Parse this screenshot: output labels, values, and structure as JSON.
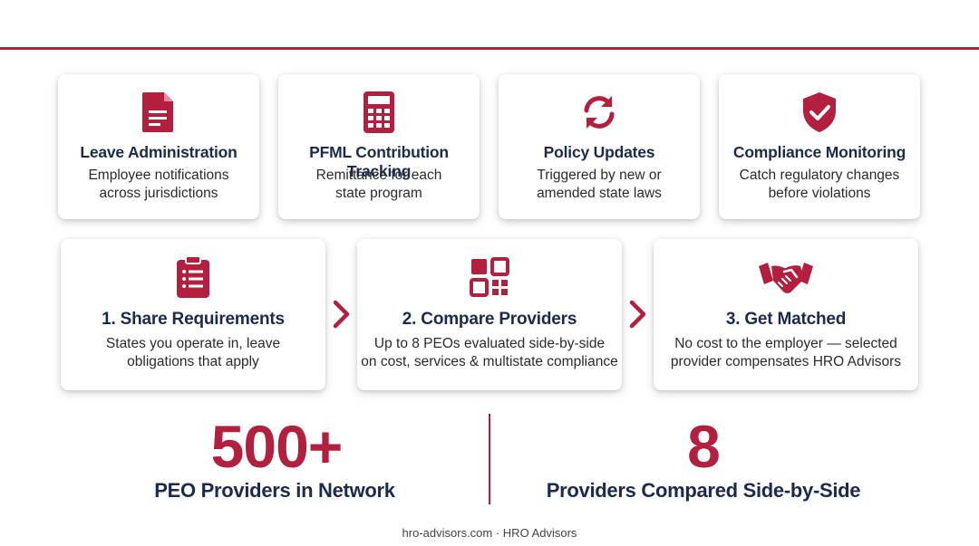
{
  "features": [
    {
      "title": "Leave Administration",
      "desc": "Employee notifications\nacross jurisdictions",
      "icon": "document-icon"
    },
    {
      "title": "PFML Contribution Tracking",
      "desc": "Remittance for each\nstate program",
      "icon": "calculator-icon"
    },
    {
      "title": "Policy Updates",
      "desc": "Triggered by new or\namended state laws",
      "icon": "refresh-icon"
    },
    {
      "title": "Compliance Monitoring",
      "desc": "Catch regulatory changes\nbefore violations",
      "icon": "shield-check-icon"
    }
  ],
  "steps": [
    {
      "title": "1. Share Requirements",
      "desc": "States you operate in, leave\nobligations that apply",
      "icon": "clipboard-icon"
    },
    {
      "title": "2. Compare Providers",
      "desc": "Up to 8 PEOs evaluated side-by-side\non cost, services & multistate compliance",
      "icon": "grid-icon"
    },
    {
      "title": "3. Get Matched",
      "desc": "No cost to the employer — selected\nprovider compensates HRO Advisors",
      "icon": "handshake-icon"
    }
  ],
  "stats": [
    {
      "value": "500+",
      "label": "PEO Providers in Network"
    },
    {
      "value": "8",
      "label": "Providers Compared Side-by-Side"
    }
  ],
  "footer": "hro-advisors.com · HRO Advisors",
  "colors": {
    "accent": "#b3203f",
    "navy": "#1c2a4f"
  }
}
